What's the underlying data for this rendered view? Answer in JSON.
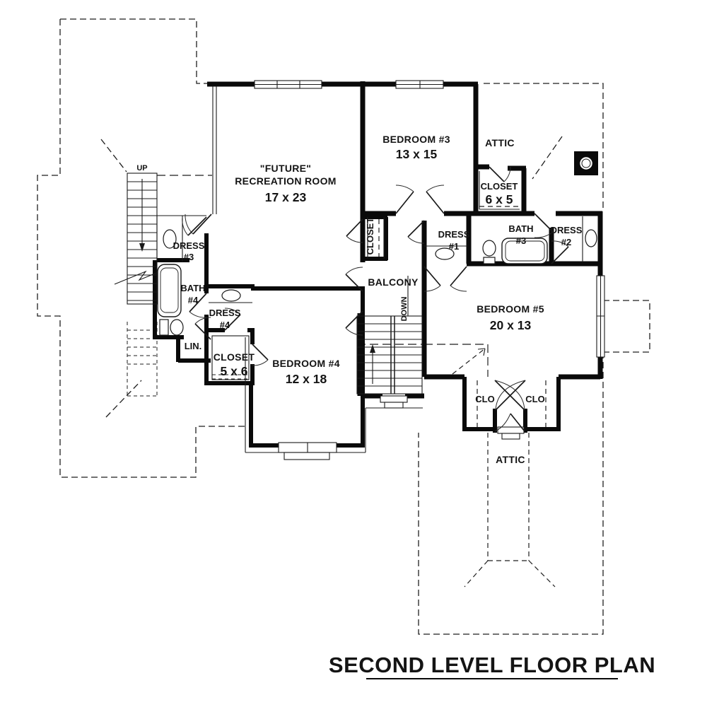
{
  "drawing": {
    "title": "SECOND LEVEL FLOOR PLAN",
    "type_note": "second level residential floor plan, black line work on white"
  },
  "colors": {
    "line": "#0a0a0a",
    "background": "#ffffff"
  },
  "labels": {
    "up": "UP",
    "down": "DOWN",
    "balcony": "BALCONY",
    "attic_top": "ATTIC",
    "attic_bottom": "ATTIC",
    "lin": "LIN.",
    "closet_vertical": "CLOSET",
    "clo_left": "CLO",
    "clo_right": "CLO"
  },
  "rooms": {
    "recreation": {
      "line1": "\"FUTURE\"",
      "line2": "RECREATION ROOM",
      "dims": "17 x 23"
    },
    "bedroom3": {
      "name": "BEDROOM #3",
      "dims": "13 x 15"
    },
    "bedroom4": {
      "name": "BEDROOM #4",
      "dims": "12 x 18"
    },
    "bedroom5": {
      "name": "BEDROOM #5",
      "dims": "20 x 13"
    },
    "closet_6x5": {
      "name": "CLOSET",
      "dims": "6 x 5"
    },
    "closet_5x6": {
      "name": "CLOSET",
      "dims": "5 x 6"
    },
    "dress1": {
      "name": "DRESS",
      "number": "#1"
    },
    "dress2": {
      "name": "DRESS",
      "number": "#2"
    },
    "dress3": {
      "name": "DRESS",
      "number": "#3"
    },
    "dress4": {
      "name": "DRESS",
      "number": "#4"
    },
    "bath3": {
      "name": "BATH",
      "number": "#3"
    },
    "bath4": {
      "name": "BATH",
      "number": "#4"
    }
  }
}
